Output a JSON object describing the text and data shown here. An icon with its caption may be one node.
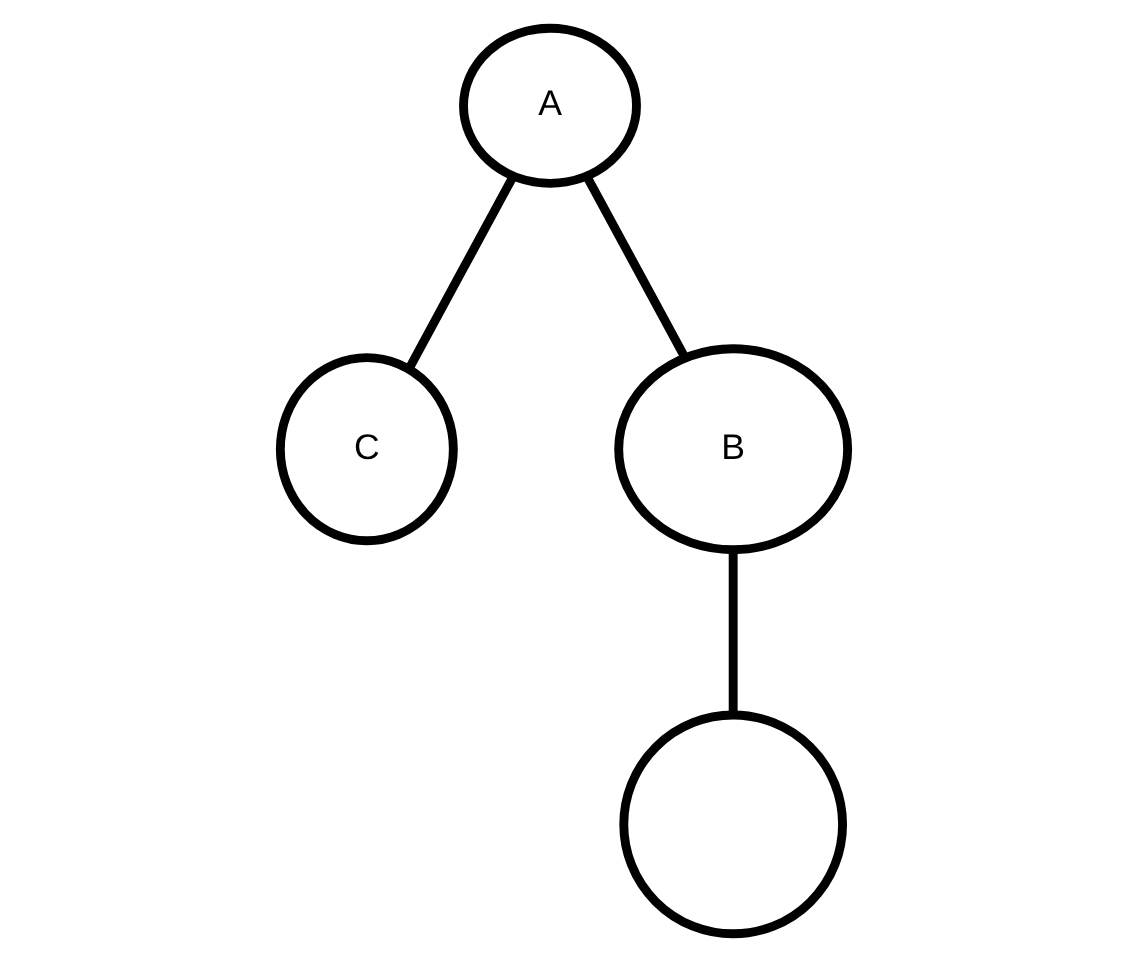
{
  "diagram": {
    "nodes": [
      {
        "text": [
          "A"
        ]
      },
      {
        "text": [
          "C"
        ]
      },
      {
        "text": [
          "B"
        ]
      },
      {
        "text": [],
        "shape": "circle"
      }
    ],
    "edges": [
      {
        "from": 0,
        "to": 1,
        "arrow": "none"
      },
      {
        "from": 0,
        "to": 2,
        "arrow": "none"
      },
      {
        "from": 2,
        "to": 3,
        "arrow": "none"
      }
    ]
  }
}
